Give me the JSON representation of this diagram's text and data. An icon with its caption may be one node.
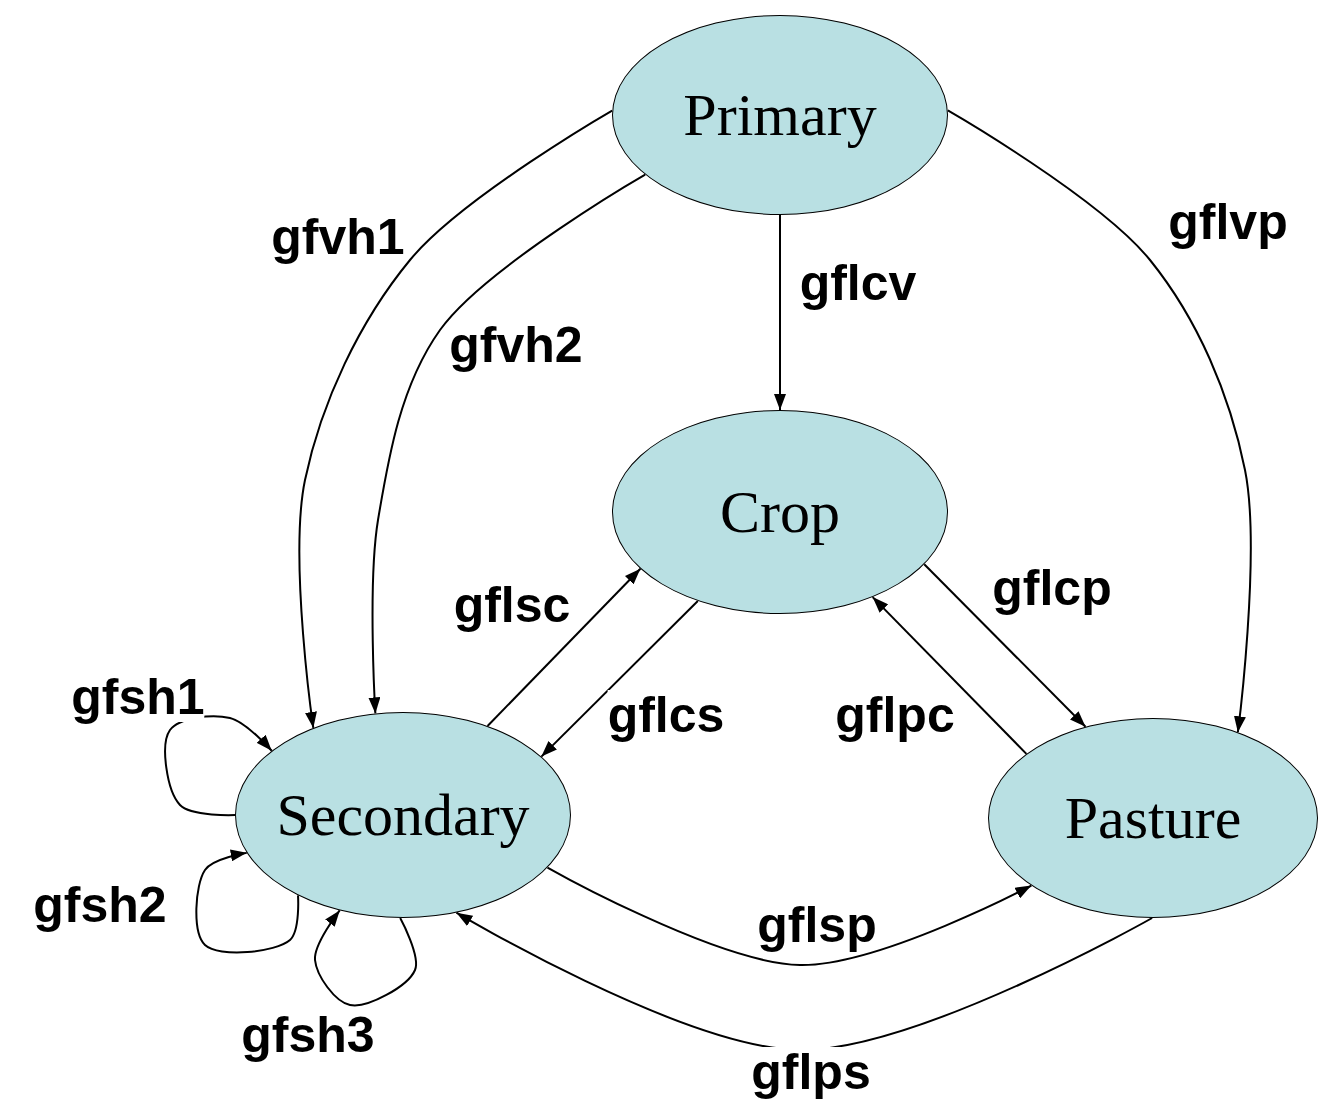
{
  "diagram": {
    "nodes": [
      {
        "text": [
          "Primary"
        ]
      },
      {
        "text": [
          "Crop"
        ]
      },
      {
        "text": [
          "Secondary"
        ]
      },
      {
        "text": [
          "Pasture"
        ]
      }
    ],
    "edges": [
      {
        "from": 0,
        "to": 2,
        "arrow": "to",
        "label": "gfvh1"
      },
      {
        "from": 0,
        "to": 2,
        "arrow": "to",
        "label": "gfvh2"
      },
      {
        "from": 0,
        "to": 1,
        "arrow": "to",
        "label": "gflcv"
      },
      {
        "from": 0,
        "to": 3,
        "arrow": "to",
        "label": "gflvp"
      },
      {
        "from": 2,
        "to": 1,
        "arrow": "to",
        "label": "gflsc"
      },
      {
        "from": 1,
        "to": 2,
        "arrow": "to",
        "label": "gflcs"
      },
      {
        "from": 1,
        "to": 3,
        "arrow": "to",
        "label": "gflcp"
      },
      {
        "from": 3,
        "to": 1,
        "arrow": "to",
        "label": "gflpc"
      },
      {
        "from": 2,
        "to": 3,
        "arrow": "to",
        "label": "gflsp"
      },
      {
        "from": 3,
        "to": 2,
        "arrow": "to",
        "label": "gflps"
      },
      {
        "from": 2,
        "to": 2,
        "arrow": "to",
        "label": "gfsh1"
      },
      {
        "from": 2,
        "to": 2,
        "arrow": "to",
        "label": "gfsh2"
      },
      {
        "from": 2,
        "to": 2,
        "arrow": "to",
        "label": "gfsh3"
      }
    ]
  }
}
